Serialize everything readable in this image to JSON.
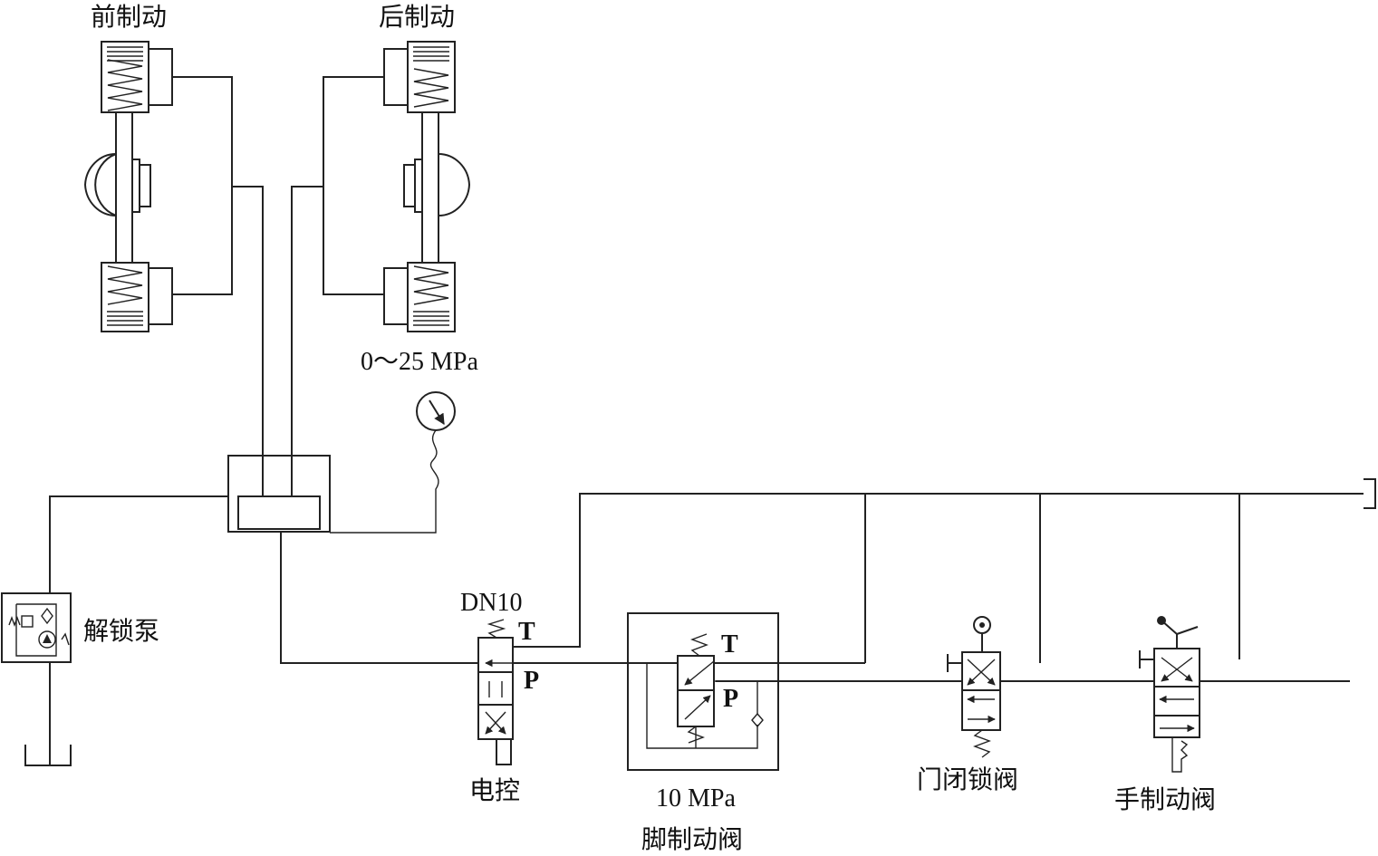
{
  "labels": {
    "front_brake": "前制动",
    "rear_brake": "后制动",
    "gauge_range": "0～25 MPa",
    "unlock_pump": "解锁泵",
    "dn10": "DN10",
    "electric_control": "电控",
    "foot_valve_pressure": "10 MPa",
    "foot_brake_valve": "脚制动阀",
    "door_lock_valve": "门闭锁阀",
    "hand_brake_valve": "手制动阀",
    "port_t": "T",
    "port_p": "P"
  },
  "colors": {
    "line": "#222222",
    "background": "#ffffff"
  }
}
